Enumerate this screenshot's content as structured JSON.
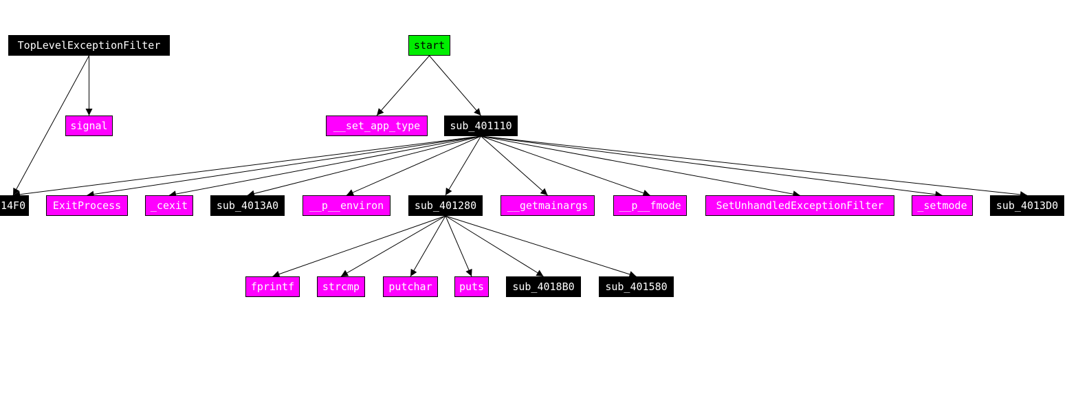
{
  "colors": {
    "background": "#ffffff",
    "root_fill": "#00ee00",
    "func_fill": "#000000",
    "import_fill": "#ff00ff",
    "edge": "#000000"
  },
  "nodes": [
    {
      "id": "toplevel",
      "label": "TopLevelExceptionFilter",
      "kind": "func"
    },
    {
      "id": "start",
      "label": "start",
      "kind": "root"
    },
    {
      "id": "signal",
      "label": "signal",
      "kind": "import"
    },
    {
      "id": "set_app_type",
      "label": "__set_app_type",
      "kind": "import"
    },
    {
      "id": "sub_401110",
      "label": "sub_401110",
      "kind": "func"
    },
    {
      "id": "sub_4014F0",
      "label": "14F0",
      "kind": "func"
    },
    {
      "id": "ExitProcess",
      "label": "ExitProcess",
      "kind": "import"
    },
    {
      "id": "cexit",
      "label": "_cexit",
      "kind": "import"
    },
    {
      "id": "sub_4013A0",
      "label": "sub_4013A0",
      "kind": "func"
    },
    {
      "id": "p_environ",
      "label": "__p__environ",
      "kind": "import"
    },
    {
      "id": "sub_401280",
      "label": "sub_401280",
      "kind": "func"
    },
    {
      "id": "getmainargs",
      "label": "__getmainargs",
      "kind": "import"
    },
    {
      "id": "p_fmode",
      "label": "__p__fmode",
      "kind": "import"
    },
    {
      "id": "SetUnhandled",
      "label": "SetUnhandledExceptionFilter",
      "kind": "import"
    },
    {
      "id": "setmode",
      "label": "_setmode",
      "kind": "import"
    },
    {
      "id": "sub_4013D0",
      "label": "sub_4013D0",
      "kind": "func"
    },
    {
      "id": "fprintf",
      "label": "fprintf",
      "kind": "import"
    },
    {
      "id": "strcmp",
      "label": "strcmp",
      "kind": "import"
    },
    {
      "id": "putchar",
      "label": "putchar",
      "kind": "import"
    },
    {
      "id": "puts",
      "label": "puts",
      "kind": "import"
    },
    {
      "id": "sub_4018B0",
      "label": "sub_4018B0",
      "kind": "func"
    },
    {
      "id": "sub_401580",
      "label": "sub_401580",
      "kind": "func"
    }
  ],
  "edges": [
    [
      "toplevel",
      "signal"
    ],
    [
      "toplevel",
      "sub_4014F0"
    ],
    [
      "start",
      "set_app_type"
    ],
    [
      "start",
      "sub_401110"
    ],
    [
      "sub_401110",
      "sub_4014F0"
    ],
    [
      "sub_401110",
      "ExitProcess"
    ],
    [
      "sub_401110",
      "cexit"
    ],
    [
      "sub_401110",
      "sub_4013A0"
    ],
    [
      "sub_401110",
      "p_environ"
    ],
    [
      "sub_401110",
      "sub_401280"
    ],
    [
      "sub_401110",
      "getmainargs"
    ],
    [
      "sub_401110",
      "p_fmode"
    ],
    [
      "sub_401110",
      "SetUnhandled"
    ],
    [
      "sub_401110",
      "setmode"
    ],
    [
      "sub_401110",
      "sub_4013D0"
    ],
    [
      "sub_401280",
      "fprintf"
    ],
    [
      "sub_401280",
      "strcmp"
    ],
    [
      "sub_401280",
      "putchar"
    ],
    [
      "sub_401280",
      "puts"
    ],
    [
      "sub_401280",
      "sub_4018B0"
    ],
    [
      "sub_401280",
      "sub_401580"
    ]
  ]
}
